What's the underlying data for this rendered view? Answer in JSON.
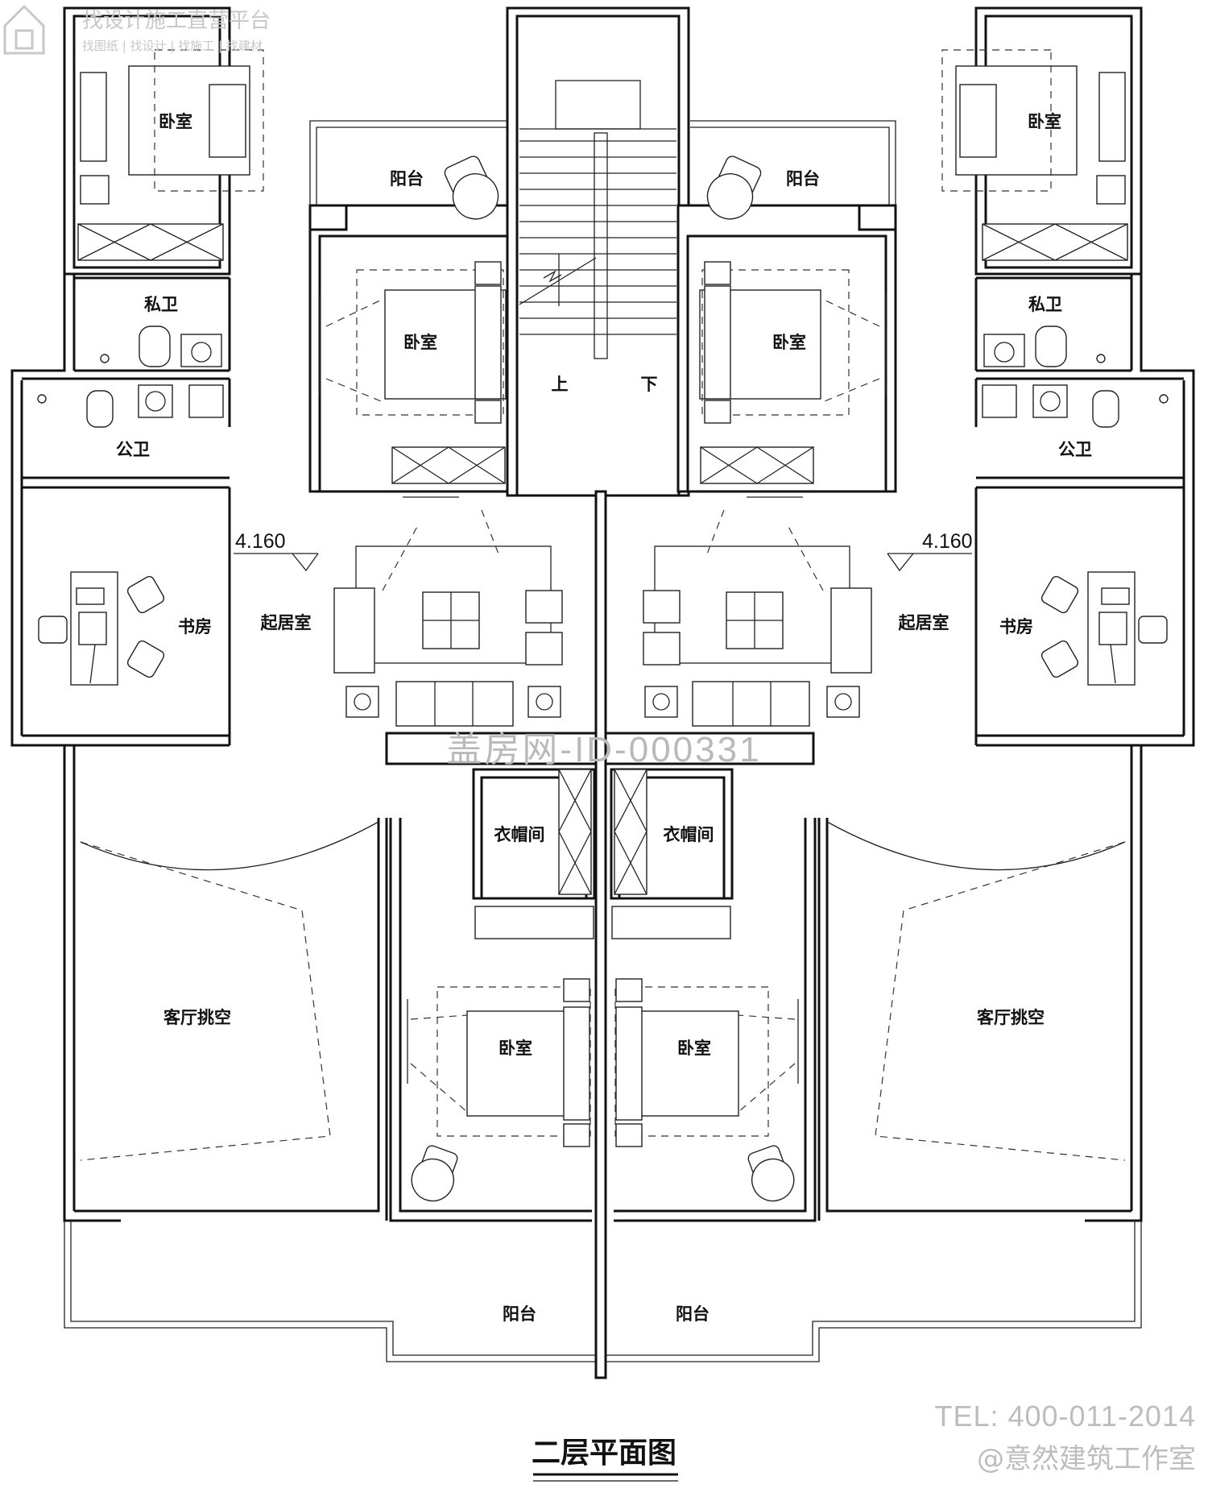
{
  "drawing_title": "二层平面图",
  "elevation_mark": "4.160",
  "rooms": {
    "bedroom": "卧室",
    "balcony": "阳台",
    "private_bath": "私卫",
    "public_bath": "公卫",
    "study": "书房",
    "living_room": "起居室",
    "cloakroom": "衣帽间",
    "double_height": "客厅挑空"
  },
  "stair": {
    "up": "上",
    "down": "下"
  },
  "watermarks": {
    "top_brand": "找设计施工直营平台",
    "top_links": "找图纸 | 找设计 | 找施工 | 找建材",
    "center_id": "盖房网-ID-000331",
    "tel": "TEL: 400-011-2014",
    "credit": "@意然建筑工作室"
  },
  "colors": {
    "line": "#111111",
    "background": "#ffffff",
    "watermark": "#bdbdbd"
  }
}
